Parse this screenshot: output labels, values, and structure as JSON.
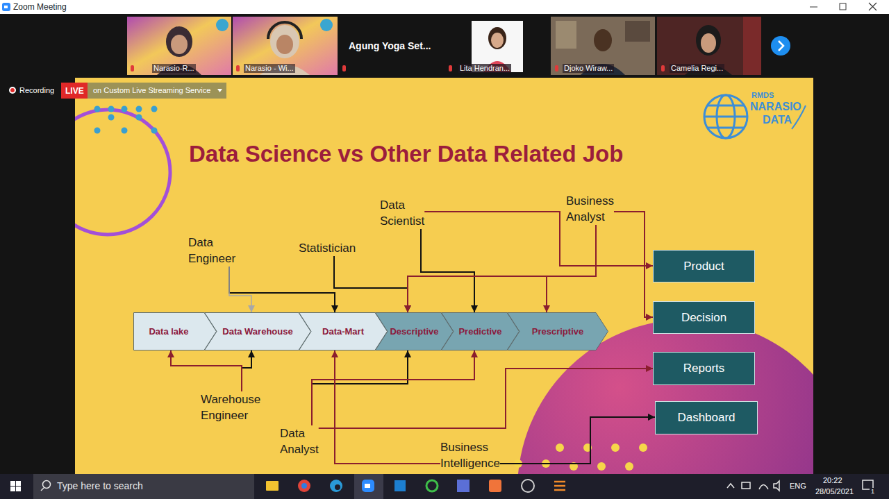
{
  "diagram": {
    "title": "Data Science vs Other Data Related Job",
    "nodes": [
      {
        "text": [
          "Data Engineer"
        ]
      },
      {
        "text": [
          "Statistician"
        ]
      },
      {
        "text": [
          "Data Scientist"
        ]
      },
      {
        "text": [
          "Business Analyst"
        ]
      },
      {
        "text": [
          "Data lake"
        ]
      },
      {
        "text": [
          "Data Warehouse"
        ]
      },
      {
        "text": [
          "Data-Mart"
        ]
      },
      {
        "text": [
          "Descriptive"
        ]
      },
      {
        "text": [
          "Predictive"
        ]
      },
      {
        "text": [
          "Prescriptive"
        ]
      },
      {
        "text": [
          "Product"
        ]
      },
      {
        "text": [
          "Decision"
        ]
      },
      {
        "text": [
          "Reports"
        ]
      },
      {
        "text": [
          "Dashboard"
        ]
      },
      {
        "text": [
          "Warehouse Engineer"
        ]
      },
      {
        "text": [
          "Data Analyst"
        ]
      },
      {
        "text": [
          "Business Intelligence"
        ]
      }
    ],
    "edges": [
      {
        "from": 0,
        "to": 6,
        "arrow": "to"
      },
      {
        "from": 0,
        "to": 5,
        "arrow": "to"
      },
      {
        "from": 1,
        "to": 7,
        "arrow": "to"
      },
      {
        "from": 2,
        "to": 8,
        "arrow": "to"
      },
      {
        "from": 3,
        "to": 7,
        "arrow": "to"
      },
      {
        "from": 3,
        "to": 9,
        "arrow": "to"
      },
      {
        "from": 2,
        "to": 10,
        "arrow": "to"
      },
      {
        "from": 3,
        "to": 11,
        "arrow": "to"
      },
      {
        "from": 14,
        "to": 5,
        "arrow": "to"
      },
      {
        "from": 14,
        "to": 4,
        "arrow": "to"
      },
      {
        "from": 15,
        "to": 7,
        "arrow": "to"
      },
      {
        "from": 15,
        "to": 8,
        "arrow": "to"
      },
      {
        "from": 15,
        "to": 12,
        "arrow": "to"
      },
      {
        "from": 16,
        "to": 6,
        "arrow": "to"
      },
      {
        "from": 16,
        "to": 13,
        "arrow": "to"
      }
    ],
    "labels": [
      "Zoom Meeting",
      "Narasio-R...",
      "Narasio - Wi...",
      "Agung Yoga Set...",
      "Lita Hendran...",
      "Djoko Wiraw...",
      "Camelia Regi...",
      "Recording",
      "LIVE",
      "on Custom Live Streaming Service",
      "RMDS",
      "NARASIO",
      "DATA",
      "Type here to search",
      "ENG",
      "20:22",
      "28/05/2021",
      "1"
    ]
  }
}
